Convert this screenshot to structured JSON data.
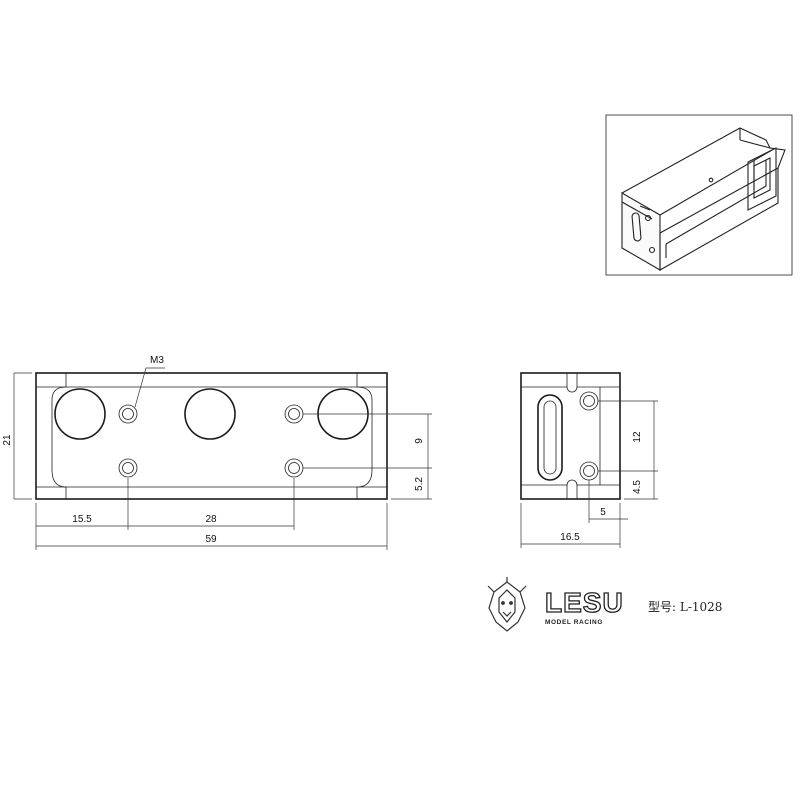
{
  "labels": {
    "thread": "M3",
    "dim_height": "21",
    "dim_hole_x1": "15.5",
    "dim_hole_pitch_x": "28",
    "dim_length": "59",
    "dim_hole_pitch_y": "9",
    "dim_hole_y": "5.2",
    "dim_side_pitch": "12",
    "dim_side_y": "4.5",
    "dim_side_x": "5",
    "dim_width": "16.5"
  },
  "brand": {
    "name": "LESU",
    "tagline": "MODEL RACING",
    "model_label": "型号: L-1028"
  },
  "icons": {
    "logo": "lion-head-icon"
  },
  "colors": {
    "line": "#1a1a1a",
    "background": "#ffffff"
  }
}
